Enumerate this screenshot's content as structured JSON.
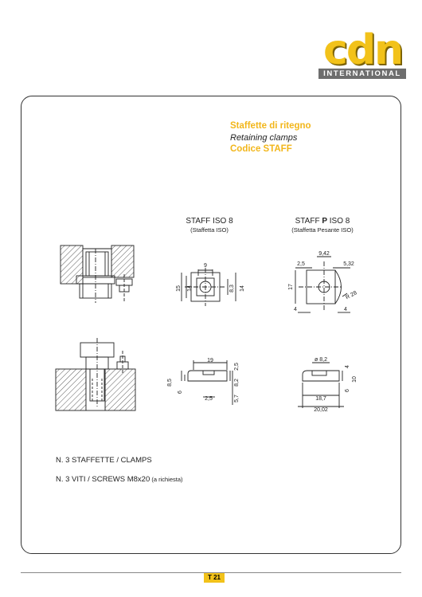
{
  "logo": {
    "letters": "cdn",
    "subtitle": "INTERNATIONAL"
  },
  "heading": {
    "it": "Staffette di ritegno",
    "en": "Retaining clamps",
    "code": "Codice STAFF"
  },
  "columns": {
    "iso": {
      "title": "STAFF ISO 8",
      "sub": "(Staffetta ISO)"
    },
    "piso": {
      "title_a": "STAFF ",
      "title_b": "P",
      "title_c": " ISO 8",
      "sub": "(Staffetta Pesante ISO)"
    }
  },
  "dims": {
    "iso_top": {
      "w9": "9",
      "h15": "15",
      "h14a": "14",
      "h8_3": "8,3",
      "h14b": "14"
    },
    "piso_top": {
      "w9_42": "9,42",
      "w2_5": "2,5",
      "w5_32": "5,32",
      "h17": "17",
      "r28": "R 28",
      "w4a": "4",
      "w4b": "4"
    },
    "iso_side": {
      "w19": "19",
      "h2_5": "2,5",
      "h8_5": "8,5",
      "h6": "6",
      "h8_2": "8,2",
      "h5_7": "5,7",
      "w2_5": "2,5"
    },
    "piso_side": {
      "d8_2": "ø 8,2",
      "h4": "4",
      "h10": "10",
      "h6": "6",
      "w18_7": "18,7",
      "w20_02": "20,02"
    }
  },
  "notes": {
    "line1": "N. 3  STAFFETTE / CLAMPS",
    "line2": "N. 3  VITI / SCREWS  M8x20",
    "line2_small": " (a richiesta)"
  },
  "footer": {
    "page": "T 21"
  }
}
